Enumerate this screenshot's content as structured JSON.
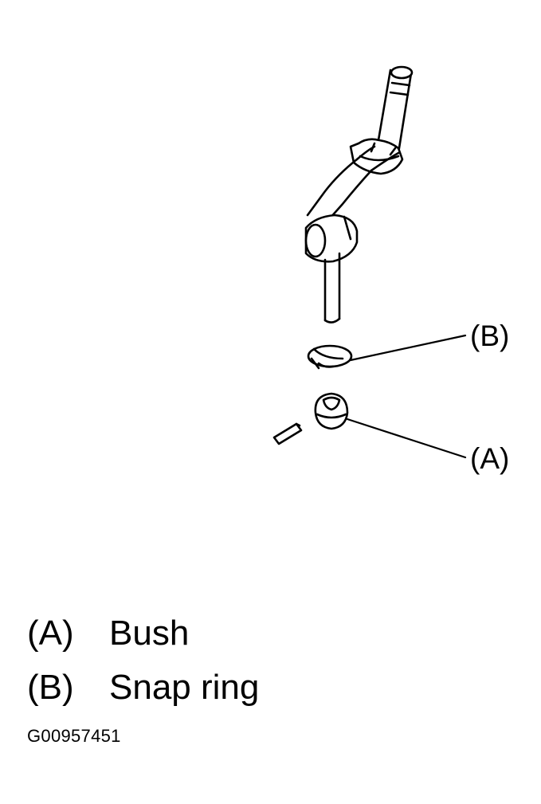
{
  "callouts": {
    "a": "(A)",
    "b": "(B)"
  },
  "legend": [
    {
      "key": "(A)",
      "description": "Bush"
    },
    {
      "key": "(B)",
      "description": "Snap ring"
    }
  ],
  "figure_code": "G00957451",
  "colors": {
    "ink": "#000000",
    "background": "#ffffff"
  }
}
